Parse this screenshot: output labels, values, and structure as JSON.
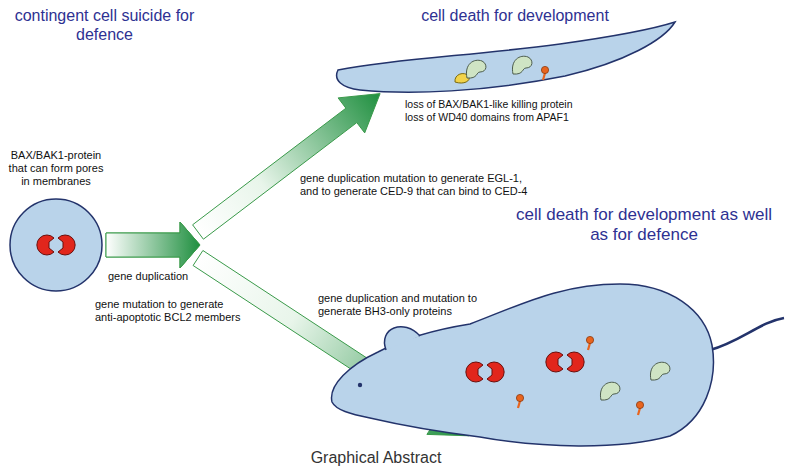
{
  "diagram": {
    "caption": "Graphical Abstract",
    "nodes": [
      {
        "text": [
          "BAX/BAK1-protein that can form pores in membranes"
        ]
      },
      {
        "text": [
          "cell death for development"
        ]
      },
      {
        "text": [
          "cell death for development as well as for defence"
        ]
      }
    ],
    "edges": [
      {
        "from": 0,
        "to": 1,
        "arrow": "to"
      },
      {
        "from": 0,
        "to": 2,
        "arrow": "to"
      }
    ],
    "labels": [
      "contingent cell suicide for defence",
      "gene duplication",
      "loss of BAX/BAK1-like killing protein",
      "loss of WD40 domains from APAF1",
      "gene duplication mutation to generate EGL-1, and to generate CED-9 that can bind to CED-4",
      "gene mutation to generate anti-apoptotic BCL2 members",
      "gene duplication and mutation to generate BH3-only proteins"
    ]
  }
}
